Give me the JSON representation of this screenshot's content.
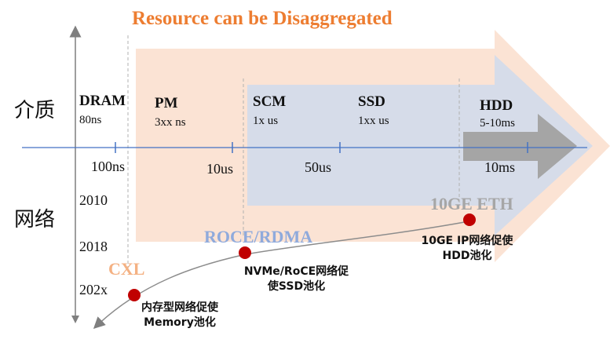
{
  "title": "Resource can be Disaggregated",
  "rows": {
    "media": "介质",
    "network": "网络"
  },
  "media": [
    {
      "name": "DRAM",
      "latency": "80ns"
    },
    {
      "name": "PM",
      "latency": "3xx ns"
    },
    {
      "name": "SCM",
      "latency": "1x us"
    },
    {
      "name": "SSD",
      "latency": "1xx us"
    },
    {
      "name": "HDD",
      "latency": "5-10ms"
    }
  ],
  "ticks": [
    "100ns",
    "10us",
    "50us",
    "10ms"
  ],
  "years": [
    "2010",
    "2018",
    "202x"
  ],
  "networks": [
    "CXL",
    "ROCE/RDMA",
    "10GE ETH"
  ],
  "captions": {
    "cxl": [
      "内存型网络促使",
      "Memory池化"
    ],
    "rdma": [
      "NVMe/RoCE网络促",
      "使SSD池化"
    ],
    "eth": [
      "10GE IP网络促使",
      "HDD池化"
    ]
  },
  "colors": {
    "title": "#ed7d31",
    "arrow_peach": "#fbe3d4",
    "arrow_blue": "#d6dce9",
    "arrow_gray": "#a5a5a5",
    "cxl": "#f4b183",
    "rdma": "#8faadc",
    "eth": "#a6a6a6",
    "dot": "#c00000",
    "axis": "#4472c4"
  }
}
